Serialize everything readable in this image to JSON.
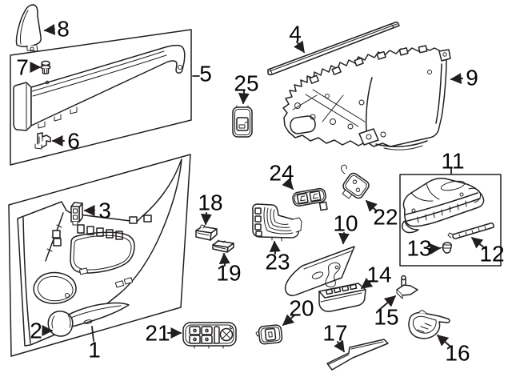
{
  "diagram": {
    "type": "exploded-parts-diagram",
    "colors": {
      "background": "#ffffff",
      "line_art": "#231f1f",
      "label_text": "#050505"
    },
    "callouts": [
      {
        "number": "1"
      },
      {
        "number": "2"
      },
      {
        "number": "3"
      },
      {
        "number": "4"
      },
      {
        "number": "5"
      },
      {
        "number": "6"
      },
      {
        "number": "7"
      },
      {
        "number": "8"
      },
      {
        "number": "9"
      },
      {
        "number": "10"
      },
      {
        "number": "11"
      },
      {
        "number": "12"
      },
      {
        "number": "13"
      },
      {
        "number": "14"
      },
      {
        "number": "15"
      },
      {
        "number": "16"
      },
      {
        "number": "17"
      },
      {
        "number": "18"
      },
      {
        "number": "19"
      },
      {
        "number": "20"
      },
      {
        "number": "21"
      },
      {
        "number": "22"
      },
      {
        "number": "23"
      },
      {
        "number": "24"
      },
      {
        "number": "25"
      }
    ]
  }
}
